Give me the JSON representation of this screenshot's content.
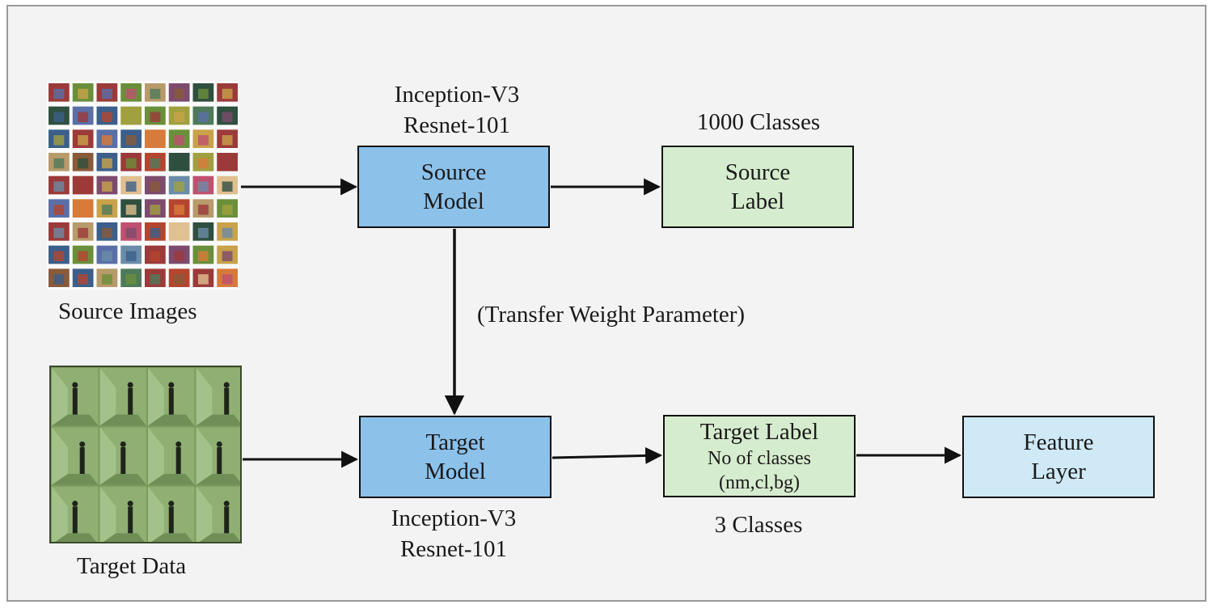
{
  "source_images": {
    "caption": "Source Images"
  },
  "target_data": {
    "caption": "Target Data"
  },
  "source_model": {
    "line1": "Source",
    "line2": "Model",
    "arch_line1": "Inception-V3",
    "arch_line2": "Resnet-101"
  },
  "source_label": {
    "line1": "Source",
    "line2": "Label",
    "classes": "1000 Classes"
  },
  "transfer": {
    "label": "(Transfer Weight Parameter)"
  },
  "target_model": {
    "line1": "Target",
    "line2": "Model",
    "arch_line1": "Inception-V3",
    "arch_line2": "Resnet-101"
  },
  "target_label": {
    "line1": "Target Label",
    "line2": "No of classes",
    "line3": "(nm,cl,bg)",
    "classes": "3 Classes"
  },
  "feature_layer": {
    "line1": "Feature",
    "line2": "Layer"
  },
  "colors": {
    "model_fill": "#8cc1ea",
    "label_fill": "#d6ecce",
    "feature_fill": "#cfe9f6",
    "target_data_tint": "#7a9a5e"
  },
  "icons": {
    "source_images": "photo-mosaic-icon",
    "target_data": "surveillance-frames-icon"
  }
}
